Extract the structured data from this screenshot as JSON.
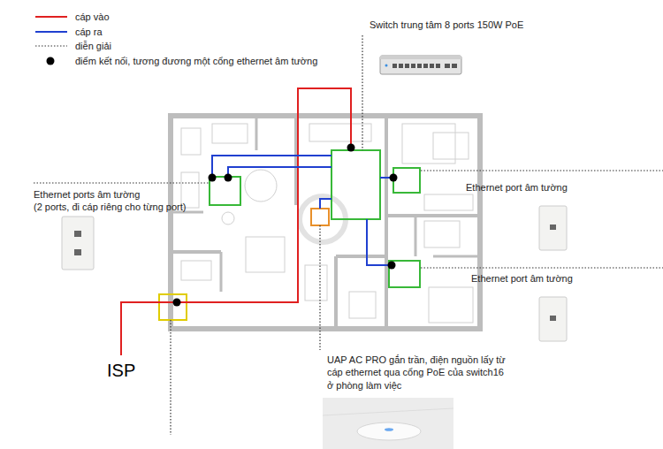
{
  "diagram": {
    "labels": [
      "Switch trung tâm 8 ports 150W PoE",
      "Ethernet ports âm tường",
      "(2 ports, đi cáp riêng cho từng port)",
      "Ethernet port âm tường",
      "Ethernet port âm tường",
      "ISP",
      "UAP AC PRO gắn trần, điện nguồn lấy từ cáp ethernet qua cổng PoE của switch16 ở phòng làm việc"
    ],
    "legend": [
      {
        "text": "cáp vào"
      },
      {
        "text": "cáp ra"
      },
      {
        "text": "diễn giải"
      },
      {
        "text": "điểm kết nối, tương đương một cổng ethernet âm tường"
      }
    ]
  }
}
